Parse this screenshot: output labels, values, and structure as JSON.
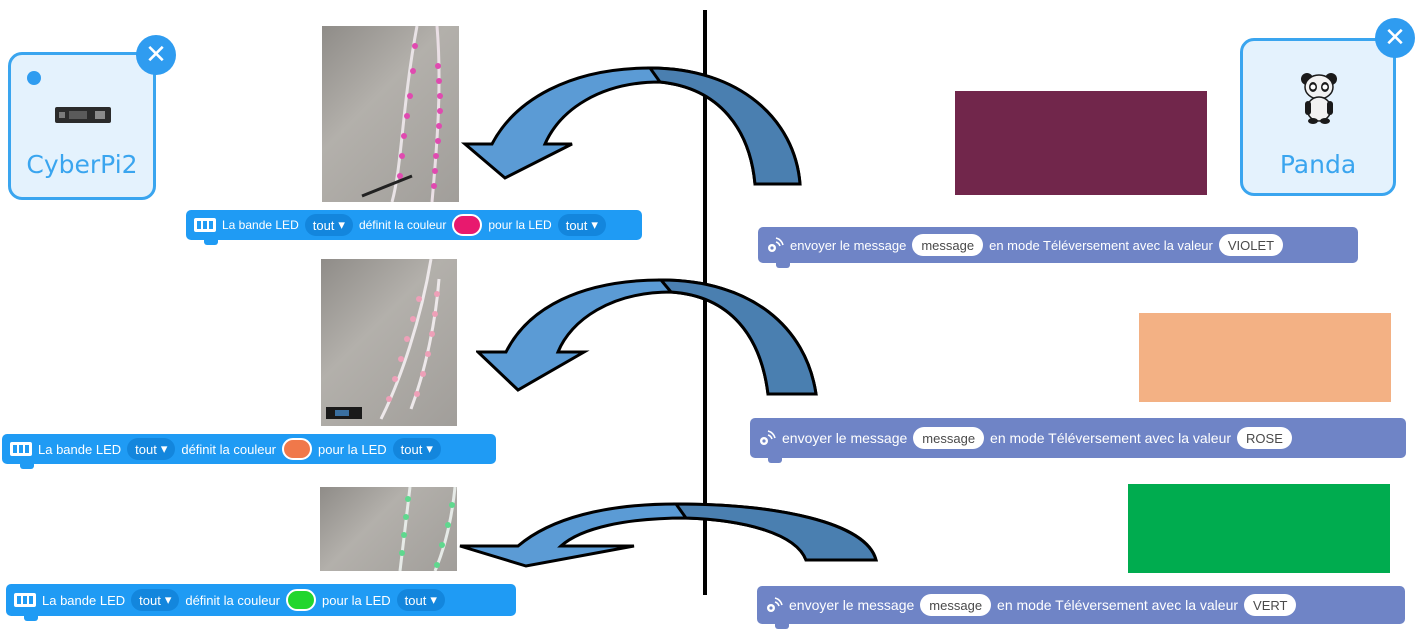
{
  "sprites": {
    "left": {
      "name": "CyberPi2",
      "close": "✕"
    },
    "right": {
      "name": "Panda",
      "close": "✕"
    }
  },
  "led_blocks": [
    {
      "label_prefix": "La bande LED",
      "dropdown1": "tout",
      "middle": "définit la couleur",
      "color": "#e8196e",
      "suffix": "pour la LED",
      "dropdown2": "tout"
    },
    {
      "label_prefix": "La bande LED",
      "dropdown1": "tout",
      "middle": "définit la couleur",
      "color": "#f0784a",
      "suffix": "pour la LED",
      "dropdown2": "tout"
    },
    {
      "label_prefix": "La bande LED",
      "dropdown1": "tout",
      "middle": "définit la couleur",
      "color": "#22d62e",
      "suffix": "pour la LED",
      "dropdown2": "tout"
    }
  ],
  "msg_blocks": [
    {
      "prefix": "envoyer le message",
      "message": "message",
      "middle": "en mode Téléversement avec la valeur",
      "value": "VIOLET"
    },
    {
      "prefix": "envoyer le message",
      "message": "message",
      "middle": "en mode Téléversement avec la valeur",
      "value": "ROSE"
    },
    {
      "prefix": "envoyer le message",
      "message": "message",
      "middle": "en mode Téléversement avec la valeur",
      "value": "VERT"
    }
  ],
  "color_rects": [
    "#71264b",
    "#f3b184",
    "#00ac4f"
  ],
  "colors": {
    "arrow_fill": "#5b9bd5",
    "arrow_fill_dark": "#4a7fb0",
    "arrow_stroke": "#000000",
    "block_blue": "#1f9bf4",
    "block_purple": "#6f84c6"
  },
  "dropdown_caret": "▾",
  "icons": {
    "strip": "led-strip-icon",
    "message": "broadcast-icon",
    "close": "close-icon",
    "cyberpi": "cyberpi-device-icon",
    "panda": "panda-icon"
  },
  "photo_leds": [
    "#d45bb6",
    "#e07aa0",
    "#6fdc9a"
  ]
}
